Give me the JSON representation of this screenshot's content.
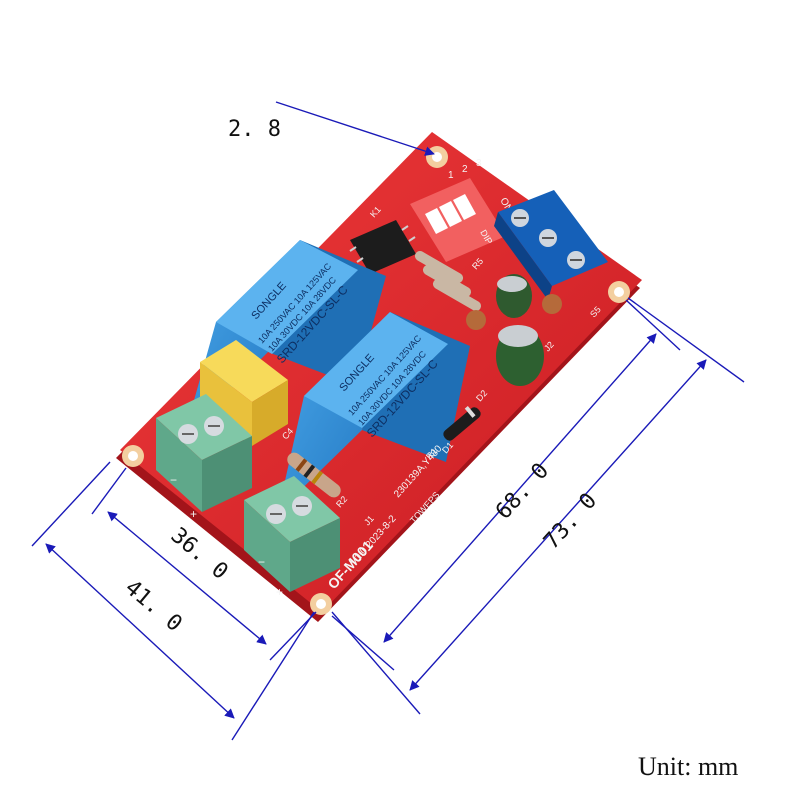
{
  "dimensions": {
    "hole_offset": "2. 8",
    "inner_width": "36. 0",
    "outer_width": "41. 0",
    "inner_length": "68. 0",
    "outer_length": "73. 0"
  },
  "unit_label": "Unit: mm",
  "board": {
    "model_label": "OF-M001",
    "version_label": "V1.0 2023-8-2",
    "code_label": "230139A,Y480",
    "brand_label": "TOWEPS",
    "dip_labels": [
      "1",
      "2",
      "3",
      "ON"
    ],
    "dip_side_label": "DIP",
    "relay": {
      "brand": "SONGLE",
      "rating_1": "10A 250VAC 10A 125VAC",
      "rating_2": "10A 30VDC 10A 28VDC",
      "model": "SRD-12VDC-SL-C"
    },
    "component_labels": [
      "R2",
      "J1",
      "C4",
      "D1",
      "D2",
      "R5",
      "K1",
      "R1",
      "J2",
      "S5"
    ]
  },
  "colors": {
    "pcb": "#e0262c",
    "relay": "#2f8fd6",
    "terminal_green": "#5fa88a",
    "terminal_blue": "#1560b8",
    "capacitor_yellow": "#f0cc3a",
    "dimension_line": "#1a1ab8"
  }
}
